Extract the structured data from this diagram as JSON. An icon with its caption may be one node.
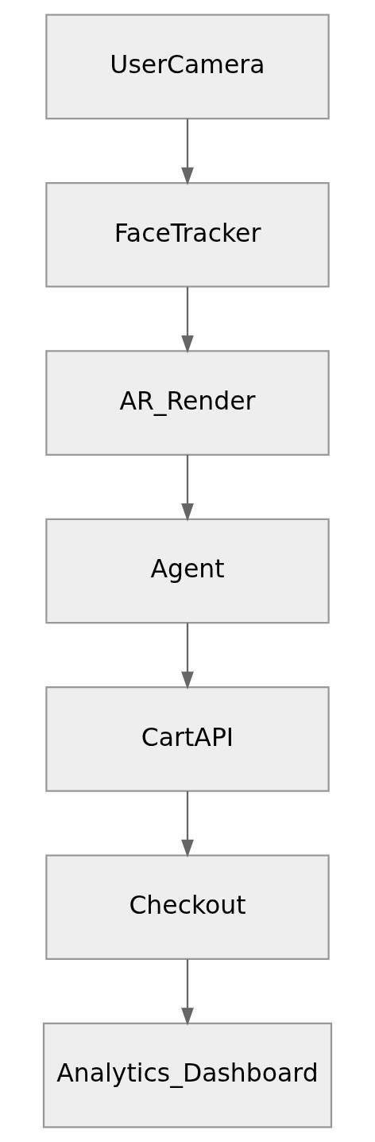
{
  "diagram": {
    "nodes": [
      {
        "text": [
          "UserCamera"
        ]
      },
      {
        "text": [
          "FaceTracker"
        ]
      },
      {
        "text": [
          "AR_Render"
        ]
      },
      {
        "text": [
          "Agent"
        ]
      },
      {
        "text": [
          "CartAPI"
        ]
      },
      {
        "text": [
          "Checkout"
        ]
      },
      {
        "text": [
          "Analytics_Dashboard"
        ]
      }
    ],
    "edges": [
      {
        "from": 0,
        "to": 1,
        "arrow": "to"
      },
      {
        "from": 1,
        "to": 2,
        "arrow": "to"
      },
      {
        "from": 2,
        "to": 3,
        "arrow": "to"
      },
      {
        "from": 3,
        "to": 4,
        "arrow": "to"
      },
      {
        "from": 4,
        "to": 5,
        "arrow": "to"
      },
      {
        "from": 5,
        "to": 6,
        "arrow": "to"
      }
    ]
  }
}
